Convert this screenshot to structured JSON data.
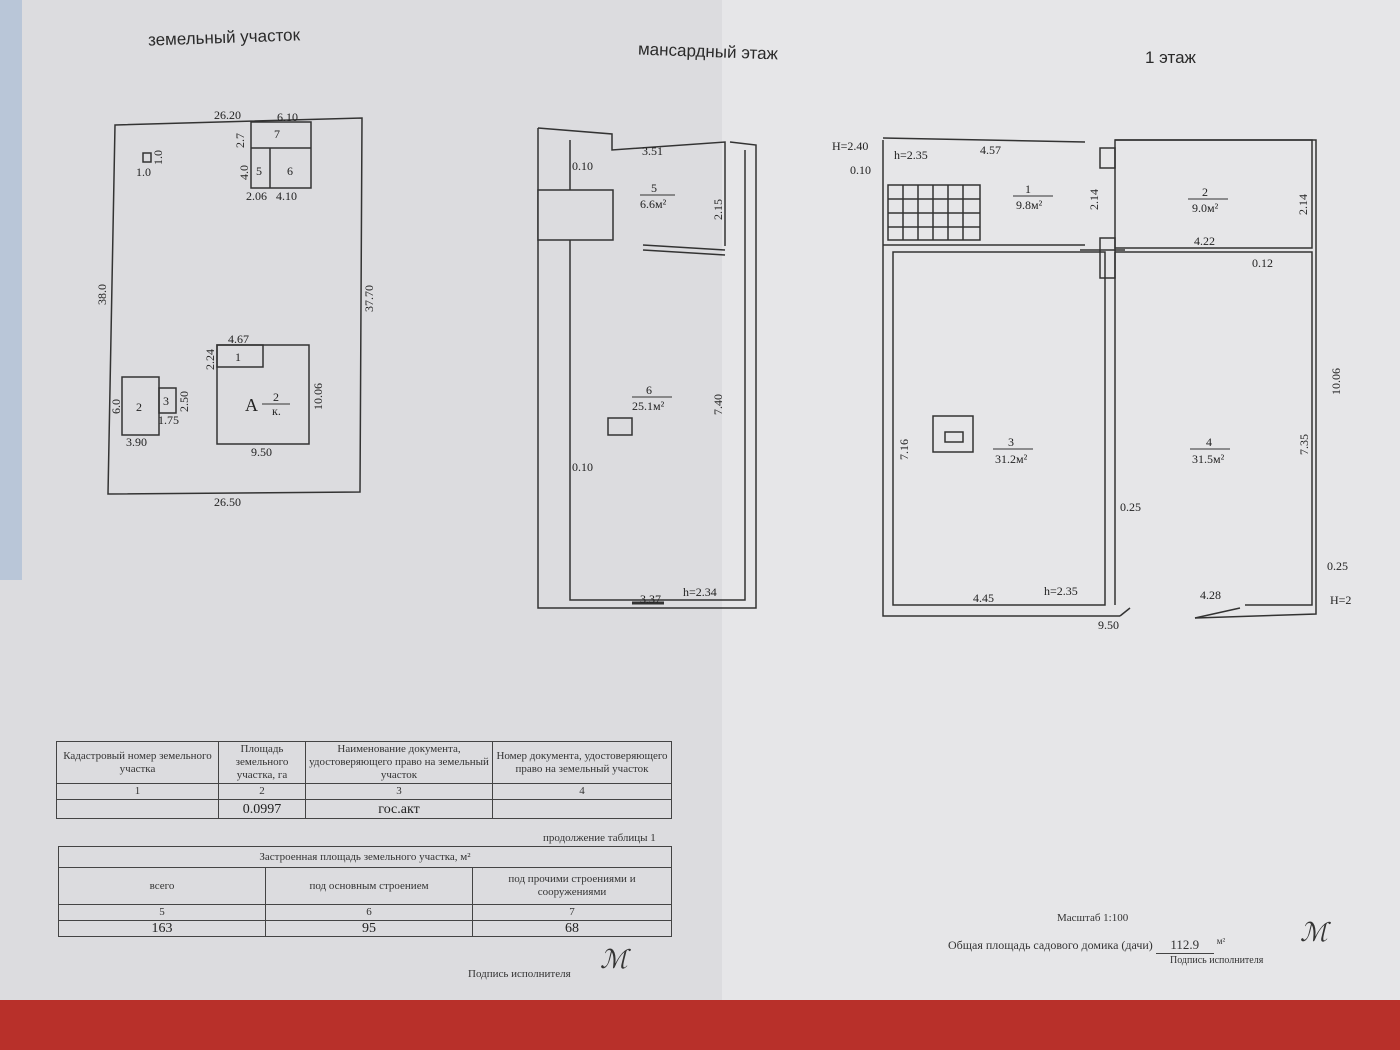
{
  "titles": {
    "land": "земельный участок",
    "mansard": "мансардный этаж",
    "floor1": "1 этаж"
  },
  "land": {
    "dims": [
      "26.20",
      "6.10",
      "2.7",
      "7",
      "4.0",
      "5",
      "6",
      "2.06",
      "4.10",
      "1.0",
      "1.0",
      "38.0",
      "37.70",
      "4.67",
      "2.24",
      "1",
      "A",
      "2",
      "к.",
      "10.06",
      "9.50",
      "6.0",
      "2",
      "3",
      "2.50",
      "1.75",
      "3.90",
      "26.50"
    ]
  },
  "mansard": {
    "dims": [
      "0.10",
      "3.51",
      "5",
      "6.6м²",
      "2.15",
      "6",
      "25.1м²",
      "7.40",
      "0.10",
      "3.37",
      "h=2.34"
    ]
  },
  "floor1": {
    "dims": [
      "H=2.40",
      "h=2.35",
      "4.57",
      "0.10",
      "1",
      "9.8м²",
      "2.14",
      "2",
      "9.0м²",
      "2.14",
      "4.22",
      "0.12",
      "10.06",
      "3",
      "31.2м²",
      "7.16",
      "4",
      "31.5м²",
      "7.35",
      "0.25",
      "0.25",
      "4.45",
      "h=2.35",
      "4.28",
      "H=2",
      "9.50"
    ]
  },
  "table1": {
    "headers": [
      "Кадастровый номер земельного участка",
      "Площадь земельного участка, га",
      "Наименование документа, удостоверяющего право на земельный участок",
      "Номер документа, удостоверяющего право на земельный участок"
    ],
    "numbers": [
      "1",
      "2",
      "3",
      "4"
    ],
    "values": [
      "",
      "0.0997",
      "гос.акт",
      ""
    ]
  },
  "table2": {
    "caption": "продолжение таблицы 1",
    "title": "Застроенная площадь земельного участка,  м²",
    "headers": [
      "всего",
      "под основным строением",
      "под прочими строениями и сооружениями"
    ],
    "numbers": [
      "5",
      "6",
      "7"
    ],
    "values": [
      "163",
      "95",
      "68"
    ]
  },
  "footer": {
    "signature_label_left": "Подпись исполнителя",
    "scale": "Масштаб 1:100",
    "total_label": "Общая площадь садового домика (дачи)",
    "total_value": "112.9",
    "total_unit": "м²",
    "signature_label_right": "Подпись исполнителя"
  }
}
